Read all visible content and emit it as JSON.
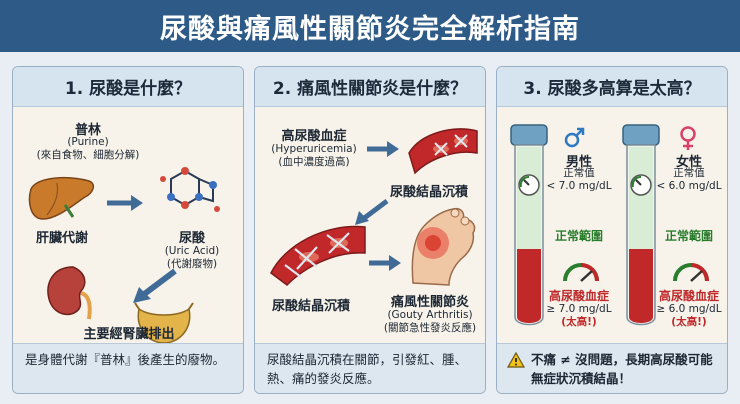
{
  "title": "尿酸與痛風性關節炎完全解析指南",
  "panel1": {
    "heading": "1. 尿酸是什麼？",
    "purine_name": "普林",
    "purine_en": "(Purine)",
    "purine_src": "(來自食物、細胞分解)",
    "liver": "肝臟代謝",
    "uric_name": "尿酸",
    "uric_en": "(Uric Acid)",
    "uric_desc": "(代謝廢物)",
    "kidney": "主要經腎臟排出",
    "footer": "是身體代謝『普林』後產生的廢物。"
  },
  "panel2": {
    "heading": "2. 痛風性關節炎是什麼？",
    "hyper_name": "高尿酸血症",
    "hyper_en": "(Hyperuricemia)",
    "hyper_desc": "(血中濃度過高)",
    "crystal_top": "尿酸結晶沉積",
    "crystal_bottom": "尿酸結晶沉積",
    "gout_name": "痛風性關節炎",
    "gout_en": "(Gouty Arthritis)",
    "gout_desc": "(關節急性發炎反應)",
    "footer": "尿酸結晶沉積在關節，引發紅、腫、熱、痛的發炎反應。"
  },
  "panel3": {
    "heading": "3. 尿酸多高算是太高？",
    "male": {
      "gender": "男性",
      "normal_label": "正常值",
      "normal_value": "< 7.0 mg/dL",
      "range_label": "正常範圍",
      "high_label": "高尿酸血症",
      "high_value": "≥ 7.0 mg/dL",
      "high_note": "(太高!)"
    },
    "female": {
      "gender": "女性",
      "normal_label": "正常值",
      "normal_value": "< 6.0 mg/dL",
      "range_label": "正常範圍",
      "high_label": "高尿酸血症",
      "high_value": "≥ 6.0 mg/dL",
      "high_note": "(太高!)"
    },
    "footer": "不痛 ≠ 沒問題，長期高尿酸可能無症狀沉積結晶！"
  },
  "colors": {
    "header_bg": "#2d5a86",
    "blood_red": "#c0282a",
    "normal_green": "#2b7d2e",
    "male_blue": "#2f79c2",
    "female_pink": "#d8436a"
  },
  "icons": [
    "liver-icon",
    "molecule-icon",
    "kidney-icon",
    "bladder-icon",
    "blood-vessel-icon",
    "crystal-icon",
    "inflamed-foot-icon",
    "test-tube-icon",
    "male-symbol-icon",
    "female-symbol-icon",
    "gauge-icon",
    "warning-icon"
  ]
}
